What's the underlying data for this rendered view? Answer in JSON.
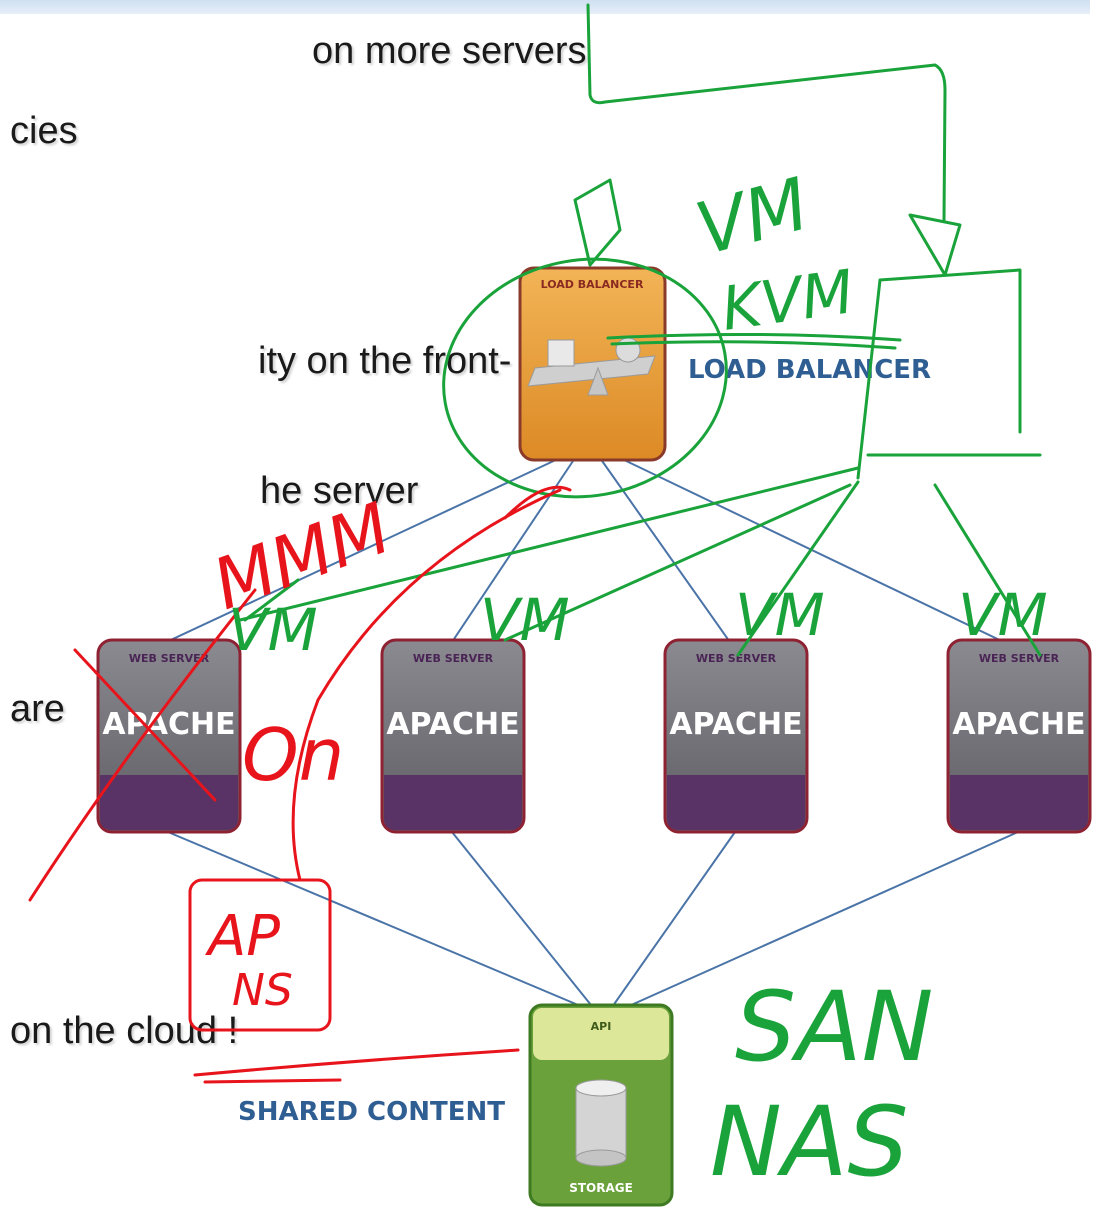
{
  "slide_text": [
    "on more servers",
    "cies",
    "ity on the front-",
    "he server",
    "are",
    "on the cloud !"
  ],
  "diagram": {
    "load_balancer": {
      "badge": "LOAD BALANCER",
      "caption": "LOAD BALANCER"
    },
    "web_servers": [
      {
        "badge": "WEB SERVER",
        "name": "APACHE"
      },
      {
        "badge": "WEB SERVER",
        "name": "APACHE"
      },
      {
        "badge": "WEB SERVER",
        "name": "APACHE"
      },
      {
        "badge": "WEB SERVER",
        "name": "APACHE"
      }
    ],
    "storage": {
      "top_label": "API",
      "bottom_label": "STORAGE",
      "caption": "SHARED CONTENT"
    }
  },
  "annotations": {
    "vm_main": "VM",
    "kvm": "KVM",
    "vm_servers": [
      "VM",
      "VM",
      "VM",
      "VM"
    ],
    "apns": [
      "AP",
      "NS"
    ],
    "on": "On",
    "san": "SAN",
    "nas": "NAS",
    "mmm": "MMM"
  },
  "colors": {
    "green_ink": "#1aa33a",
    "red_ink": "#e8141c",
    "link_line": "#4a74a8",
    "lb_orange": "#e59a33",
    "apache_gray": "#6e6e74",
    "apache_purple": "#5a3366",
    "storage_green": "#6aa13a",
    "caption_blue": "#2f5e93"
  }
}
